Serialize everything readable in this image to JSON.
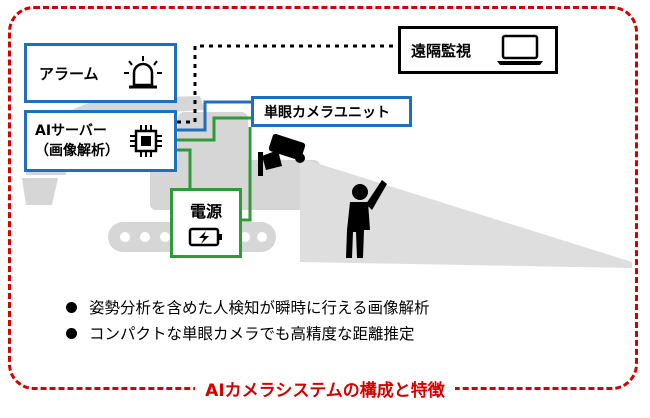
{
  "caption": "AIカメラシステムの構成と特徴",
  "boxes": {
    "alarm": "アラーム",
    "ai_server_line1": "AIサーバー",
    "ai_server_line2": "（画像解析）",
    "remote": "遠隔監視",
    "camera_unit": "単眼カメラユニット",
    "power": "電源"
  },
  "features": [
    "姿勢分析を含めた人検知が瞬時に行える画像解析",
    "コンパクトな単眼カメラでも高精度な距離推定"
  ],
  "colors": {
    "frame": "#d40000",
    "box_blue": "#1f6fbf",
    "box_green": "#2e9a3a",
    "machine_gray": "#d4d4d4",
    "beam_gray": "#dcdcdc"
  },
  "icons": [
    "alarm-light-icon",
    "chip-icon",
    "laptop-icon",
    "camera-icon",
    "battery-charging-icon",
    "person-icon"
  ]
}
